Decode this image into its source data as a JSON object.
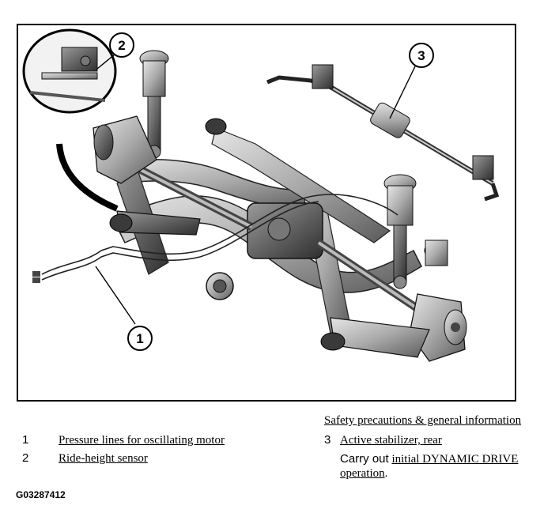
{
  "callouts": [
    "2",
    "3",
    "1"
  ],
  "legend": {
    "safety_link": "Safety precautions & general information",
    "items": [
      {
        "number": "1",
        "label": "Pressure lines for oscillating motor"
      },
      {
        "number": "2",
        "label": "Ride-height sensor"
      },
      {
        "number": "3",
        "label": "Active stabilizer, rear"
      }
    ],
    "carry_out_prefix": "Carry out",
    "carry_out_link_line1": "initial DYNAMIC DRIVE",
    "carry_out_link_line2": "operation",
    "carry_out_suffix": "."
  },
  "figure_code": "G03287412"
}
